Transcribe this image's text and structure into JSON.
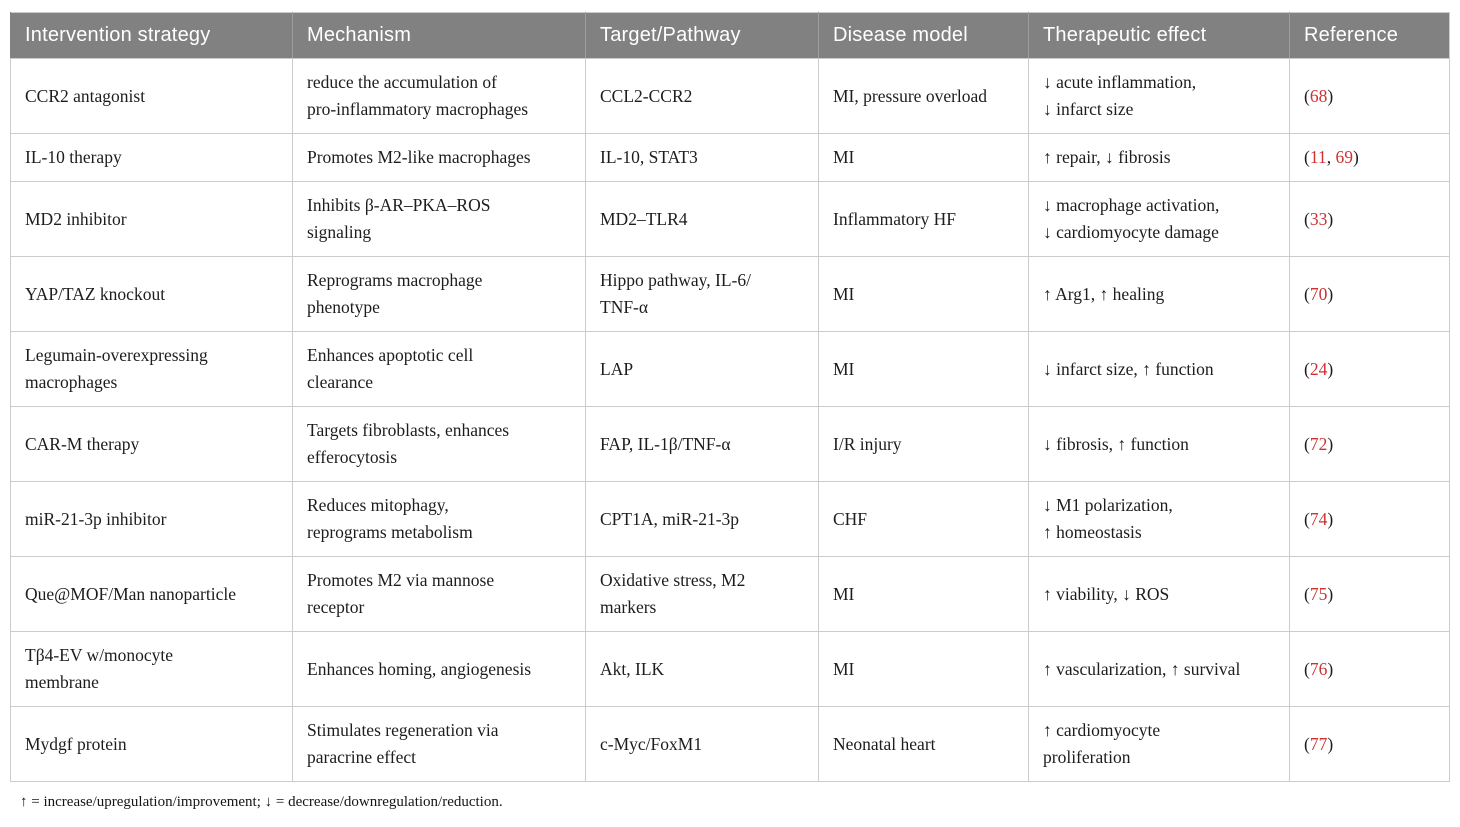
{
  "colors": {
    "header_bg": "#818181",
    "header_text": "#ffffff",
    "border": "#cccccc",
    "body_text": "#1d1d1d",
    "reference_red": "#cd3232"
  },
  "table": {
    "columns": [
      {
        "key": "strategy",
        "label": "Intervention strategy"
      },
      {
        "key": "mechanism",
        "label": "Mechanism"
      },
      {
        "key": "target",
        "label": "Target/Pathway"
      },
      {
        "key": "model",
        "label": "Disease model"
      },
      {
        "key": "effect",
        "label": "Therapeutic effect"
      },
      {
        "key": "reference",
        "label": "Reference"
      }
    ],
    "rows": [
      {
        "strategy": "CCR2 antagonist",
        "mechanism": "reduce the accumulation of\npro-inflammatory macrophages",
        "target": "CCL2-CCR2",
        "model": "MI, pressure overload",
        "effect": "↓ acute inflammation,\n↓ infarct size",
        "refs": [
          "68"
        ]
      },
      {
        "strategy": "IL-10 therapy",
        "mechanism": "Promotes M2-like macrophages",
        "target": "IL-10, STAT3",
        "model": "MI",
        "effect": "↑ repair, ↓ fibrosis",
        "refs": [
          "11",
          "69"
        ]
      },
      {
        "strategy": "MD2 inhibitor",
        "mechanism": "Inhibits β-AR–PKA–ROS\nsignaling",
        "target": "MD2–TLR4",
        "model": "Inflammatory HF",
        "effect": "↓ macrophage activation,\n↓ cardiomyocyte damage",
        "refs": [
          "33"
        ]
      },
      {
        "strategy": "YAP/TAZ knockout",
        "mechanism": "Reprograms macrophage\nphenotype",
        "target": "Hippo pathway, IL-6/\nTNF-α",
        "model": "MI",
        "effect": "↑ Arg1, ↑ healing",
        "refs": [
          "70"
        ]
      },
      {
        "strategy": "Legumain-overexpressing\nmacrophages",
        "mechanism": "Enhances apoptotic cell\nclearance",
        "target": "LAP",
        "model": "MI",
        "effect": "↓ infarct size, ↑ function",
        "refs": [
          "24"
        ]
      },
      {
        "strategy": "CAR-M therapy",
        "mechanism": "Targets fibroblasts, enhances\nefferocytosis",
        "target": "FAP, IL-1β/TNF-α",
        "model": "I/R injury",
        "effect": "↓ fibrosis, ↑ function",
        "refs": [
          "72"
        ]
      },
      {
        "strategy": "miR-21-3p inhibitor",
        "mechanism": "Reduces mitophagy,\nreprograms metabolism",
        "target": "CPT1A, miR-21-3p",
        "model": "CHF",
        "effect": "↓ M1 polarization,\n↑ homeostasis",
        "refs": [
          "74"
        ]
      },
      {
        "strategy": "Que@MOF/Man nanoparticle",
        "mechanism": "Promotes M2 via mannose\nreceptor",
        "target": "Oxidative stress, M2\nmarkers",
        "model": "MI",
        "effect": "↑ viability, ↓ ROS",
        "refs": [
          "75"
        ]
      },
      {
        "strategy": "Tβ4-EV w/monocyte\nmembrane",
        "mechanism": "Enhances homing, angiogenesis",
        "target": "Akt, ILK",
        "model": "MI",
        "effect": "↑ vascularization, ↑ survival",
        "refs": [
          "76"
        ]
      },
      {
        "strategy": "Mydgf protein",
        "mechanism": "Stimulates regeneration via\nparacrine effect",
        "target": "c-Myc/FoxM1",
        "model": "Neonatal heart",
        "effect": "↑ cardiomyocyte\nproliferation",
        "refs": [
          "77"
        ]
      }
    ],
    "reference_open": "(",
    "reference_separator": ", ",
    "reference_close": ")",
    "footnote": "↑ = increase/upregulation/improvement; ↓ = decrease/downregulation/reduction."
  }
}
